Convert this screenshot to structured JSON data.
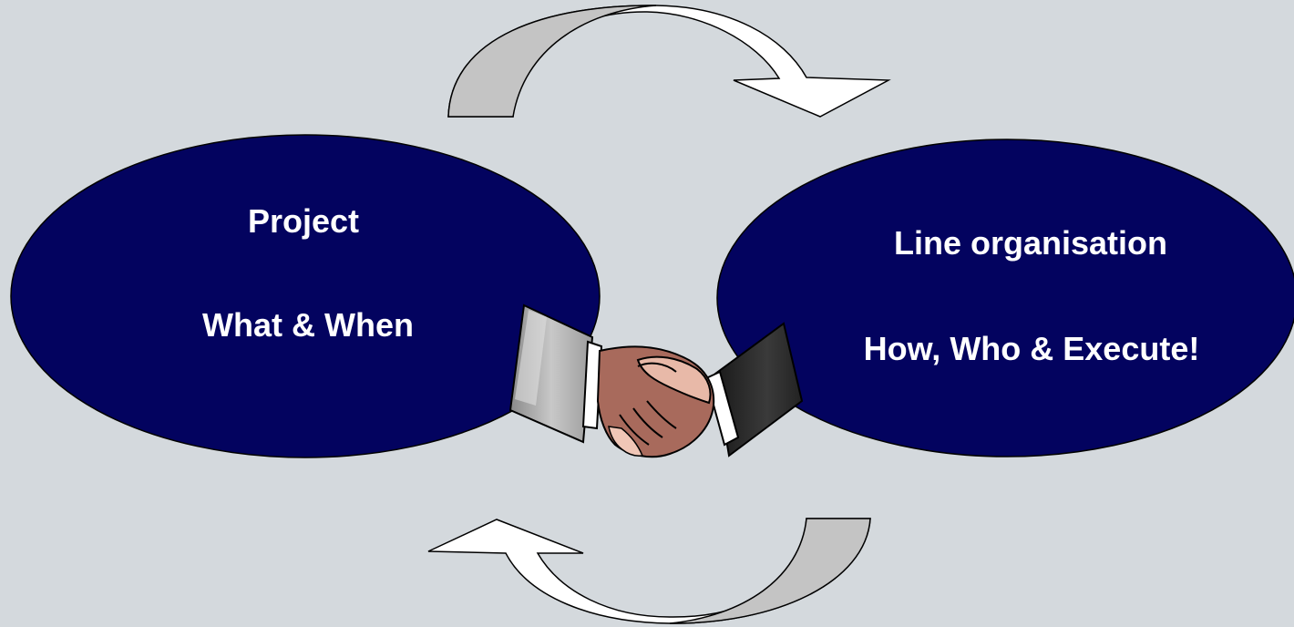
{
  "colors": {
    "background": "#d4d9dd",
    "ellipse_fill": "#03035f",
    "arrow_fill_light": "#ffffff",
    "arrow_fill_shade": "#c4c4c4",
    "outline": "#000000",
    "label_text": "#ffffff"
  },
  "left_bubble": {
    "title": "Project",
    "subtitle": "What & When"
  },
  "right_bubble": {
    "title": "Line organisation",
    "subtitle": "How, Who & Execute!"
  },
  "icons": {
    "top_arrow": "curved-arrow-clockwise-icon",
    "bottom_arrow": "curved-arrow-clockwise-icon",
    "handshake": "handshake-icon"
  }
}
